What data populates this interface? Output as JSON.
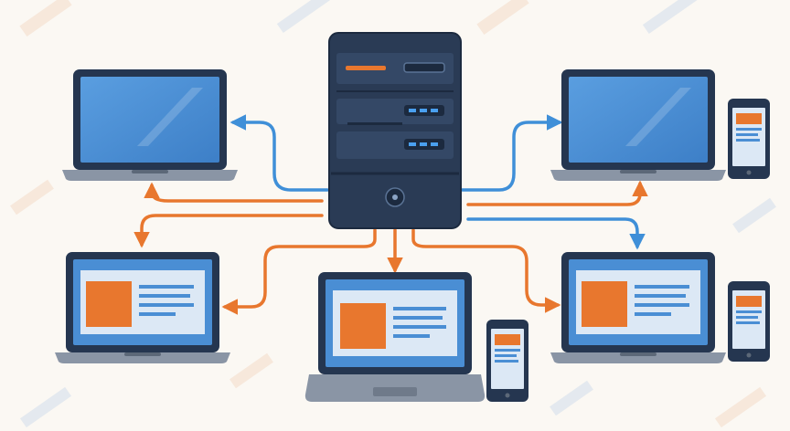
{
  "diagram": {
    "server": {
      "icon": "server-tower-icon"
    },
    "devices": [
      {
        "id": "top-left-laptop",
        "icon": "laptop-icon",
        "screen": "blank"
      },
      {
        "id": "top-right-laptop",
        "icon": "laptop-icon",
        "screen": "blank",
        "companion": "smartphone-icon"
      },
      {
        "id": "bottom-left-laptop",
        "icon": "laptop-icon",
        "screen": "webpage"
      },
      {
        "id": "bottom-center-laptop",
        "icon": "laptop-icon",
        "screen": "webpage",
        "companion": "smartphone-icon"
      },
      {
        "id": "bottom-right-laptop",
        "icon": "laptop-icon",
        "screen": "webpage",
        "companion": "smartphone-icon"
      }
    ],
    "connections": [
      {
        "from": "server",
        "to": "top-left-laptop",
        "color": "blue"
      },
      {
        "from": "server",
        "to": "top-left-laptop",
        "color": "orange"
      },
      {
        "from": "server",
        "to": "bottom-left-laptop",
        "color": "orange"
      },
      {
        "from": "server",
        "to": "bottom-left-laptop",
        "color": "orange"
      },
      {
        "from": "server",
        "to": "bottom-center-laptop",
        "color": "orange"
      },
      {
        "from": "server",
        "to": "top-right-laptop",
        "color": "blue"
      },
      {
        "from": "server",
        "to": "top-right-laptop",
        "color": "orange"
      },
      {
        "from": "server",
        "to": "bottom-right-laptop",
        "color": "blue"
      },
      {
        "from": "server",
        "to": "bottom-right-laptop",
        "color": "orange"
      }
    ]
  },
  "colors": {
    "blue": "#3f8fd8",
    "orange": "#e8772e",
    "navy": "#253650",
    "screen": "#4a8ed4",
    "background": "#fbf8f3"
  }
}
